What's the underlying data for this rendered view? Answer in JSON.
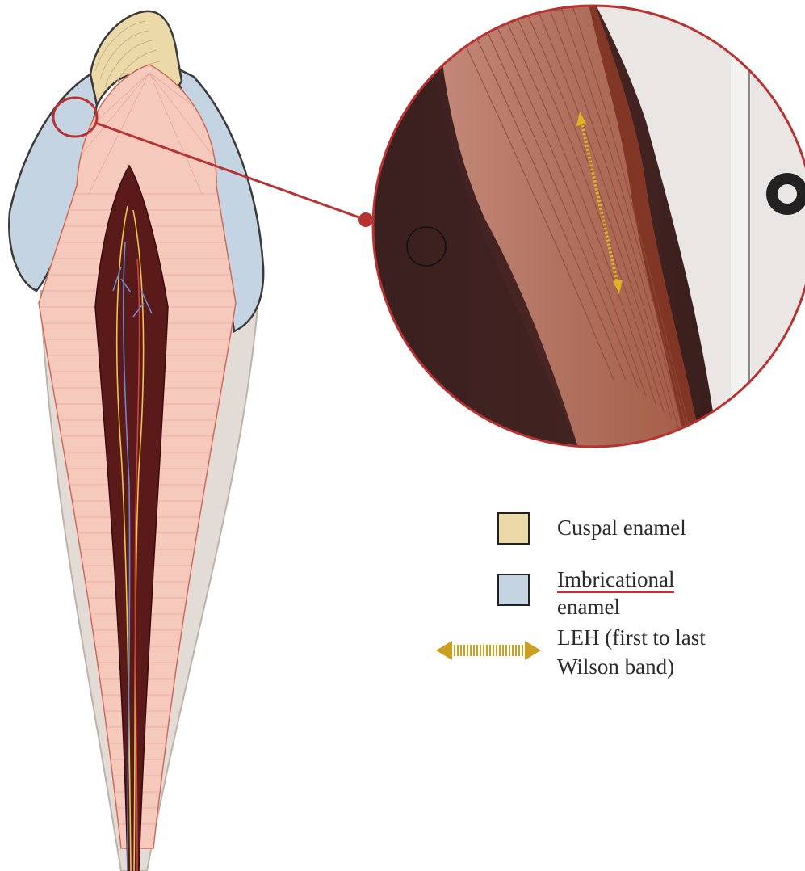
{
  "legend": {
    "items": [
      {
        "label": "Cuspal enamel",
        "swatch_color": "#ecd9a8"
      },
      {
        "label_line1": "Imbricational",
        "label_line2": "enamel",
        "swatch_color": "#c5d4e2"
      },
      {
        "label_line1": "LEH (first to last",
        "label_line2": "Wilson band)",
        "arrow_color": "#c9a022"
      }
    ]
  },
  "colors": {
    "cuspal_enamel": "#ecd9a8",
    "imbricational_enamel": "#c5d4e2",
    "dentin": "#f6c9bd",
    "pulp": "#5a1a1a",
    "cementum": "#e3dcd6",
    "callout": "#b83232",
    "leh_arrow": "#e0b324"
  }
}
